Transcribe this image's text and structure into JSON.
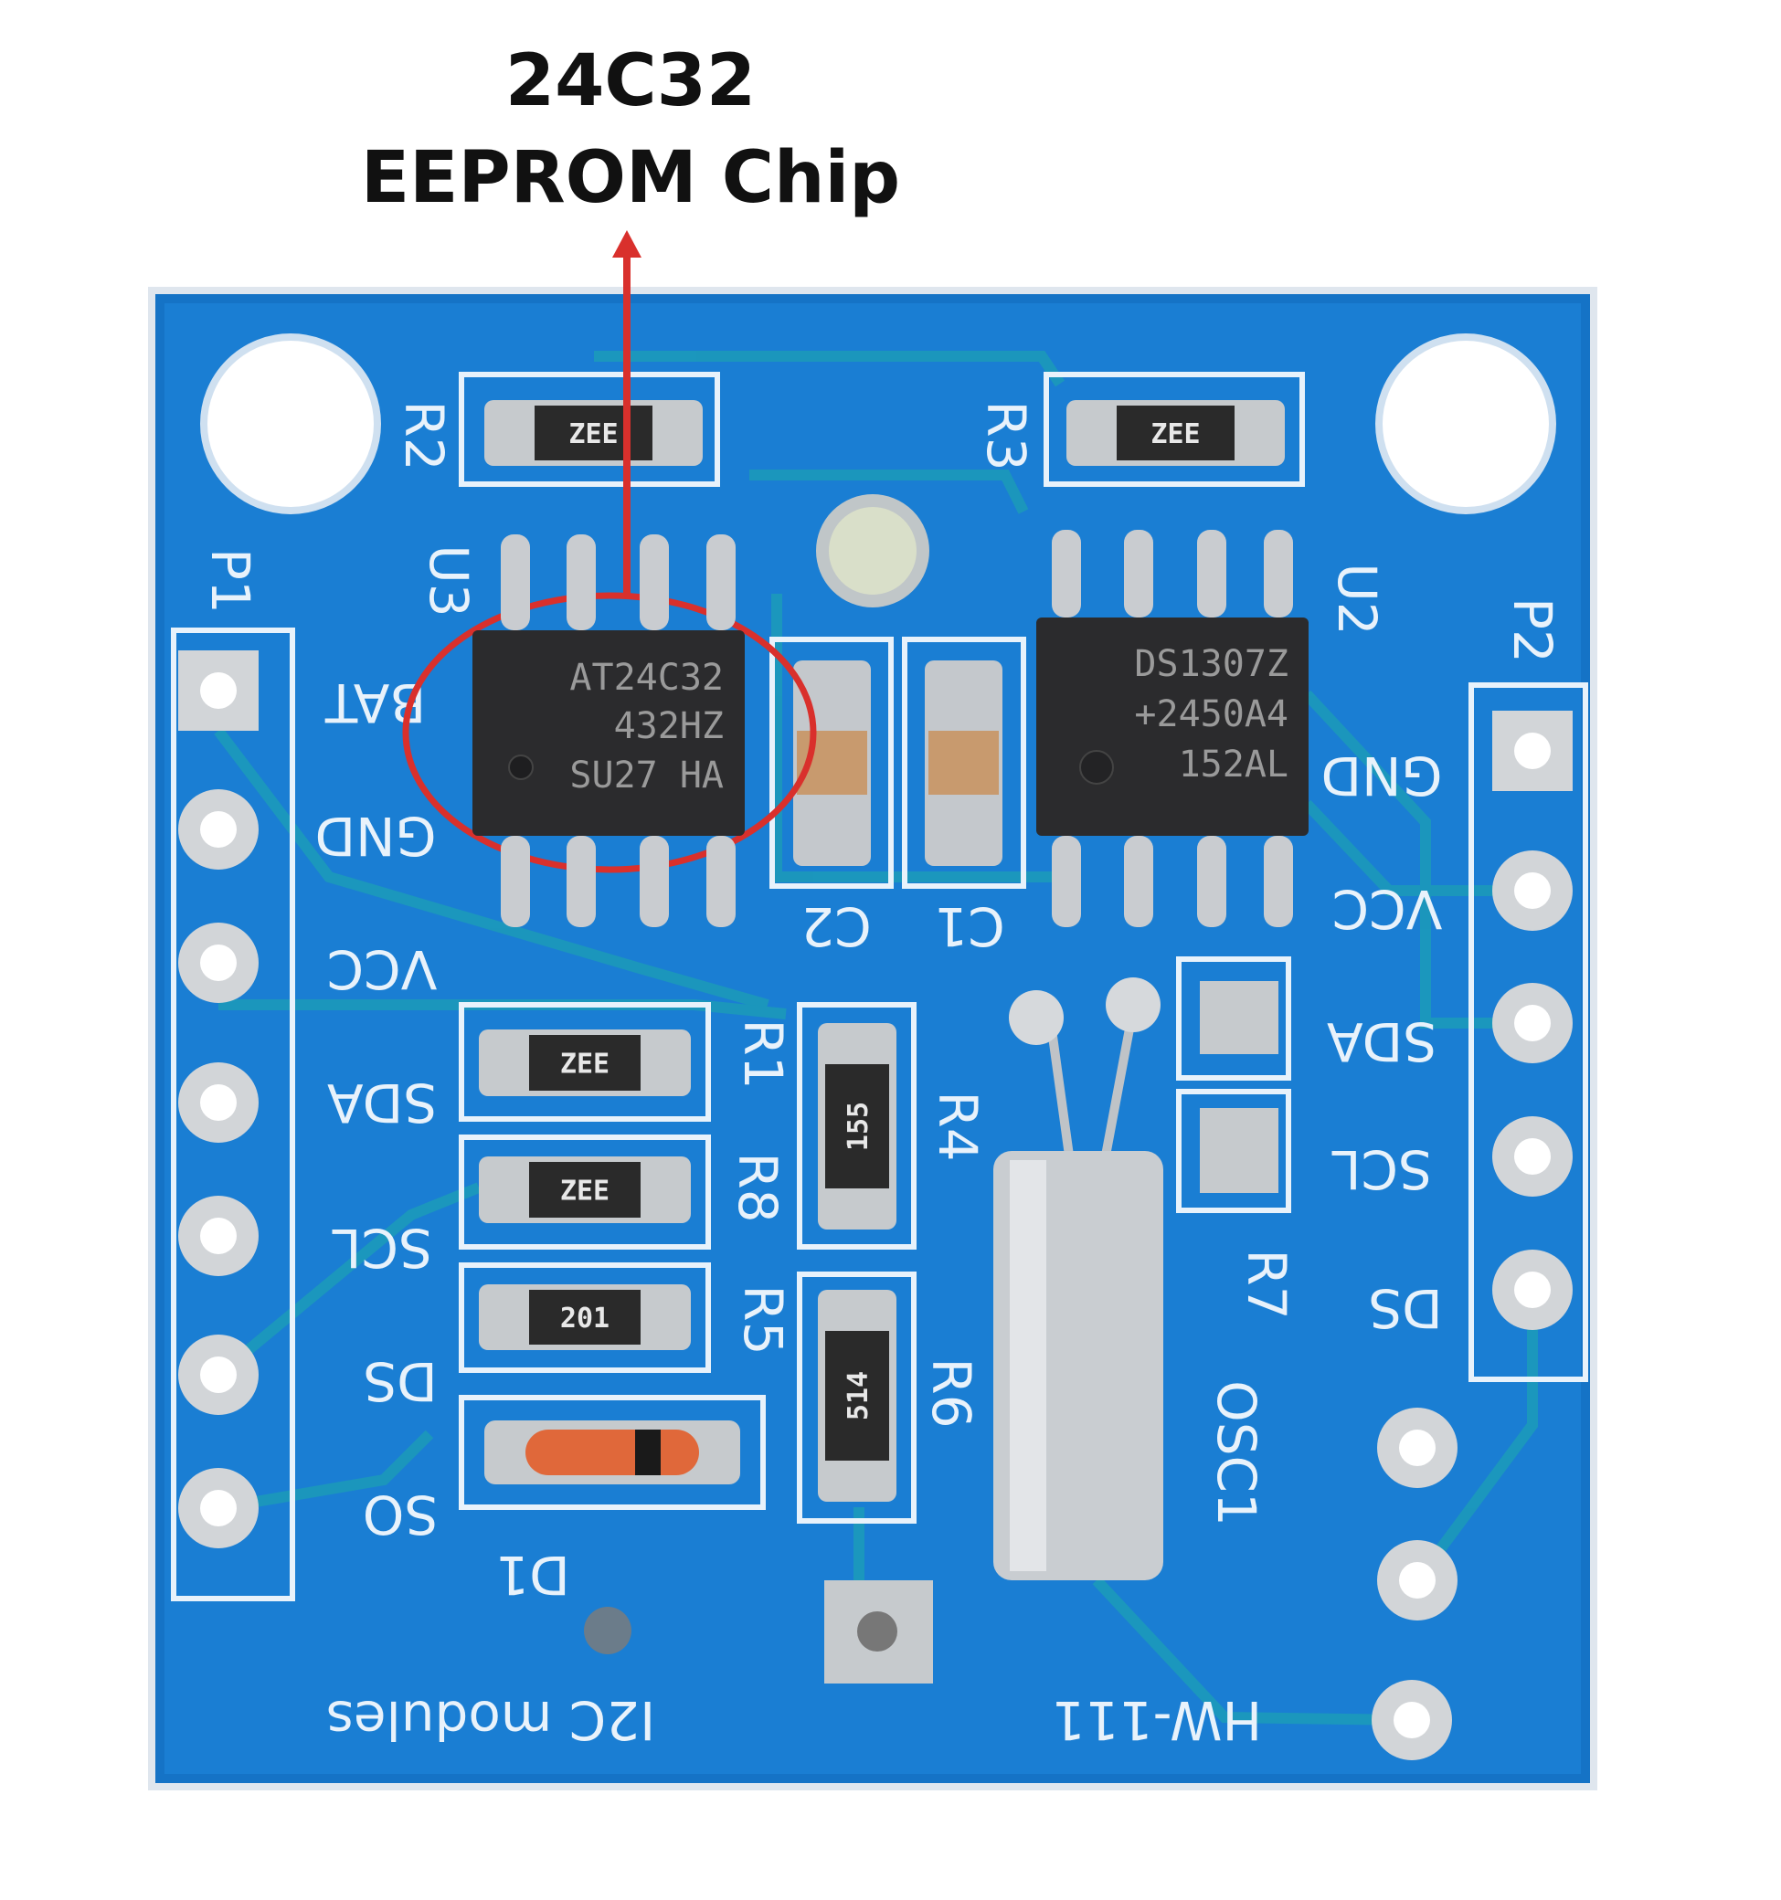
{
  "annotation": {
    "title_line1": "24C32",
    "title_line2": "EEPROM Chip",
    "highlight_color": "#d9302c"
  },
  "board": {
    "pcb_color": "#1573c6",
    "silkscreen_color": "#e8f2fb",
    "left_header_label": "P1",
    "left_pins": [
      "BAT",
      "GND",
      "VCC",
      "SDA",
      "SCL",
      "DS",
      "SO"
    ],
    "right_header_label": "P2",
    "right_pins": [
      "GND",
      "VCC",
      "SDA",
      "SCL",
      "DS"
    ],
    "designators": {
      "r2": "R2",
      "r3": "R3",
      "u3": "U3",
      "u2": "U2",
      "c1": "C1",
      "c2": "C2",
      "r1": "R1",
      "r8": "R8",
      "r5": "R5",
      "r4": "R4",
      "r6": "R6",
      "r7": "R7",
      "osc1": "OSC1",
      "d1": "D1"
    },
    "board_text": "I2C modules",
    "model": "HW-111",
    "u3_marking": [
      "AT24C32",
      "432HZ",
      "SU27 HA"
    ],
    "u2_marking": [
      "DS1307Z",
      "+2450A4",
      "152AL"
    ],
    "resistor_codes": {
      "r2": "ZEE",
      "r3": "ZEE",
      "r1": "ZEE",
      "r8": "ZEE",
      "r5": "201",
      "r4": "155",
      "r6": "514"
    }
  }
}
